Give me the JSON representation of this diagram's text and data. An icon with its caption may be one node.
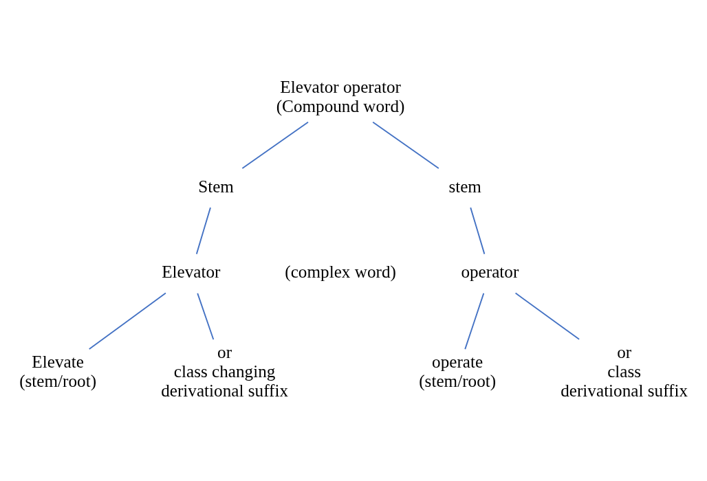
{
  "diagram": {
    "nodes": [
      {
        "text": [
          "Elevator operator",
          "(Compound word)"
        ]
      },
      {
        "text": [
          "Stem"
        ]
      },
      {
        "text": [
          "stem"
        ]
      },
      {
        "text": [
          "Elevator"
        ]
      },
      {
        "text": [
          "operator"
        ]
      },
      {
        "text": [
          "Elevate",
          "(stem/root)"
        ]
      },
      {
        "text": [
          "or",
          "class changing",
          "derivational suffix"
        ]
      },
      {
        "text": [
          "operate",
          "(stem/root)"
        ]
      },
      {
        "text": [
          "or",
          "class",
          "derivational suffix"
        ]
      }
    ],
    "edges": [
      {
        "from": 0,
        "to": 1,
        "arrow": "none"
      },
      {
        "from": 0,
        "to": 2,
        "arrow": "none"
      },
      {
        "from": 1,
        "to": 3,
        "arrow": "none"
      },
      {
        "from": 2,
        "to": 4,
        "arrow": "none"
      },
      {
        "from": 3,
        "to": 5,
        "arrow": "none"
      },
      {
        "from": 3,
        "to": 6,
        "arrow": "none"
      },
      {
        "from": 4,
        "to": 7,
        "arrow": "none"
      },
      {
        "from": 4,
        "to": 8,
        "arrow": "none"
      }
    ],
    "labels": [
      "(complex word)"
    ]
  }
}
